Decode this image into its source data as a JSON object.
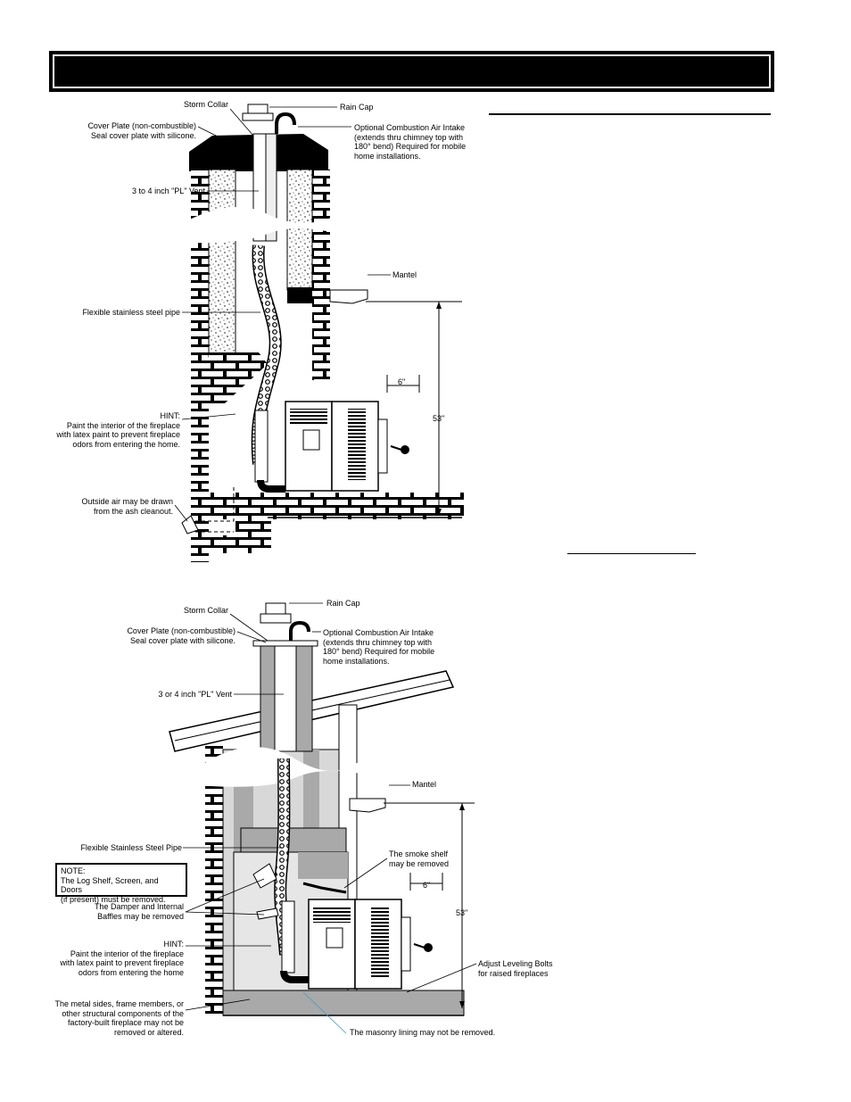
{
  "diagram1": {
    "storm_collar": "Storm Collar",
    "rain_cap": "Rain Cap",
    "cover_plate": "Cover Plate (non-combustible)\nSeal cover plate with silicone.",
    "combustion_air": "Optional Combustion Air Intake\n(extends thru chimney top with\n180° bend) Required for mobile\nhome installations.",
    "pl_vent": "3 to 4 inch \"PL\" Vent",
    "mantel": "Mantel",
    "flex_pipe": "Flexible stainless steel pipe",
    "dim_6": "6\"",
    "dim_53": "53\"",
    "hint": "HINT:\nPaint the interior of the fireplace\nwith latex paint to prevent fireplace\nodors from entering the home.",
    "outside_air": "Outside air may be drawn\nfrom the ash cleanout."
  },
  "diagram2": {
    "storm_collar": "Storm Collar",
    "rain_cap": "Rain Cap",
    "cover_plate": "Cover Plate (non-combustible)\nSeal cover plate with silicone.",
    "combustion_air": "Optional Combustion Air Intake\n(extends thru chimney top with\n180° bend) Required for mobile\nhome installations.",
    "pl_vent": "3 or 4 inch \"PL\" Vent",
    "mantel": "Mantel",
    "flex_pipe": "Flexible Stainless Steel Pipe",
    "note": "NOTE:\nThe Log Shelf, Screen, and Doors\n(if present) must be removed.",
    "smoke_shelf": "The smoke shelf\nmay be removed",
    "dim_6": "6\"",
    "dim_53": "53\"",
    "damper": "The Damper and Internal\nBaffles may be removed",
    "hint": "HINT:\nPaint the interior of the fireplace\nwith latex paint to prevent fireplace\nodors from entering the home",
    "leveling": "Adjust Leveling Bolts\nfor raised fireplaces",
    "metal_sides": "The metal sides, frame members, or\nother structural components of the\nfactory-built fireplace may not be\nremoved or altered.",
    "masonry": "The masonry lining may not be removed."
  },
  "colors": {
    "ink": "#000000",
    "gray": "#a9a9a9",
    "light_gray": "#d8d8d8",
    "leader_blue": "#3aa0c8"
  }
}
